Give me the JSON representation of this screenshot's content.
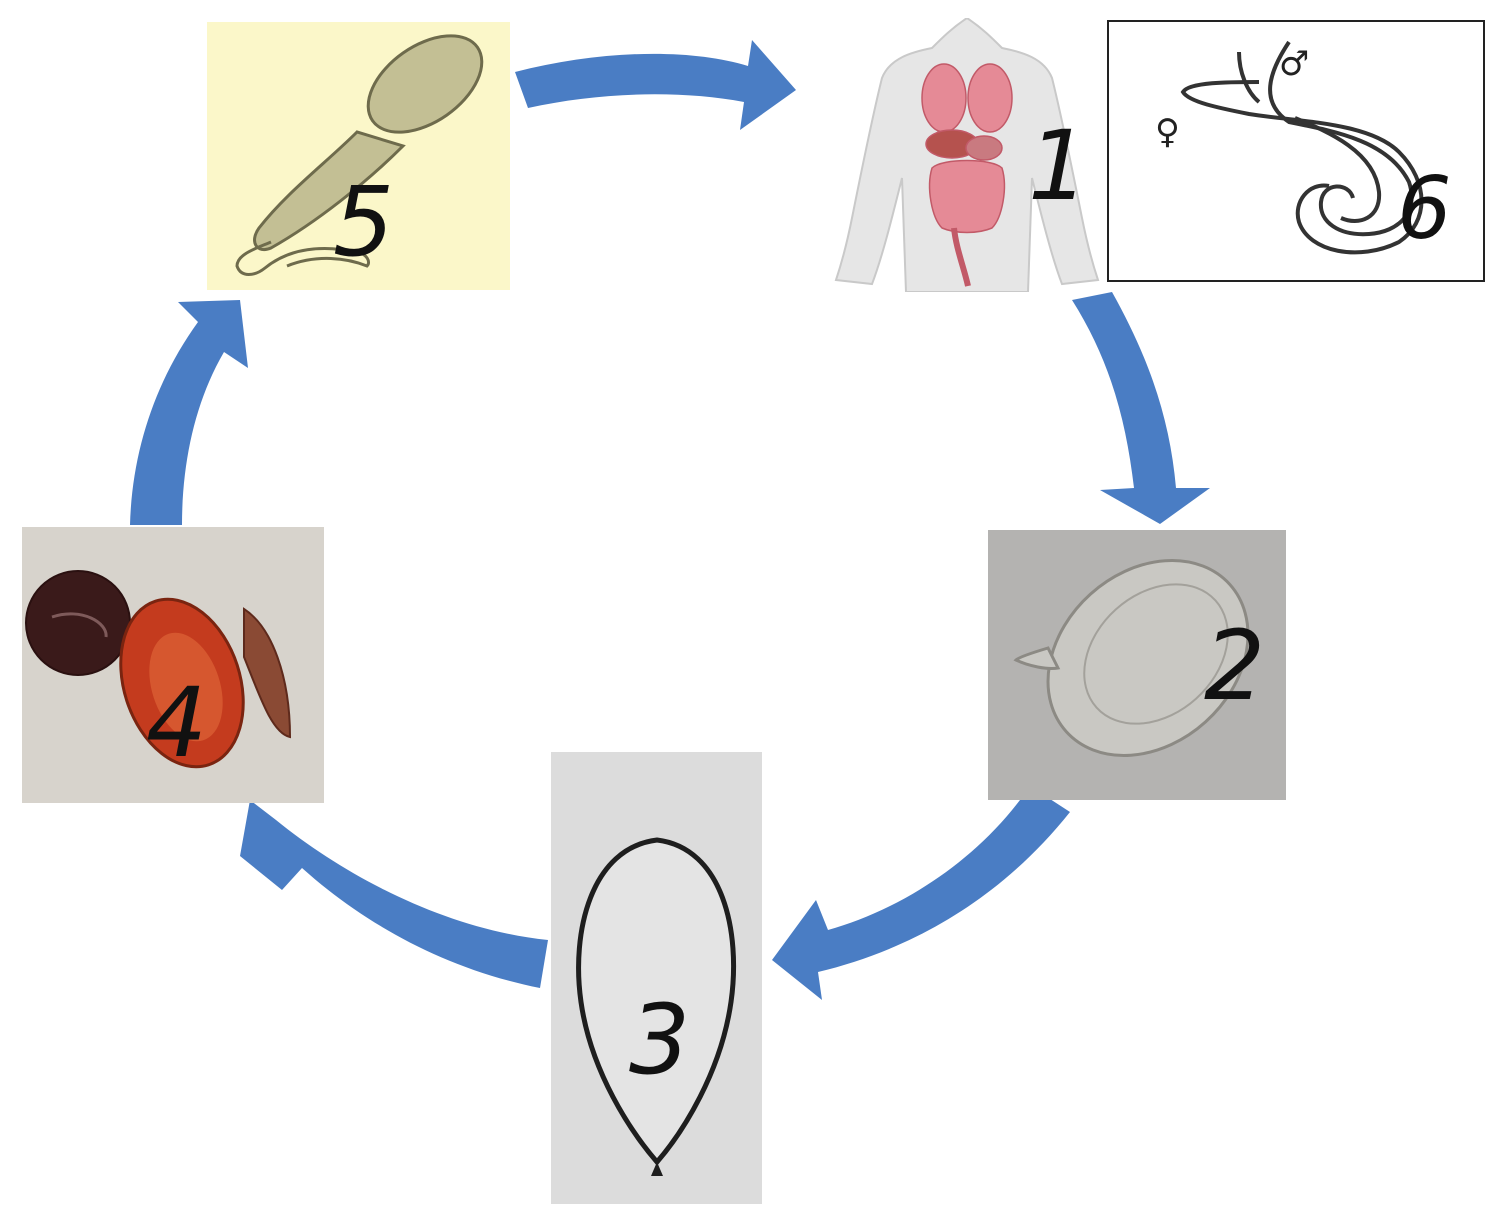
{
  "stages": [
    {
      "id": "1",
      "label": "1",
      "icon": "human-body-icon"
    },
    {
      "id": "2",
      "label": "2",
      "icon": "egg-icon"
    },
    {
      "id": "3",
      "label": "3",
      "icon": "miracidium-icon"
    },
    {
      "id": "4",
      "label": "4",
      "icon": "snail-icon"
    },
    {
      "id": "5",
      "label": "5",
      "icon": "cercaria-icon"
    },
    {
      "id": "6",
      "label": "6",
      "icon": "adult-worm-pair-icon"
    }
  ],
  "cycle_order": [
    "5",
    "1",
    "2",
    "3",
    "4",
    "5"
  ],
  "panel6": {
    "female_symbol": "♀",
    "male_symbol": "♂"
  },
  "colors": {
    "arrow": "#4a7dc4",
    "cercaria_bg": "#fbf7c9",
    "egg_bg": "#b4b3b1",
    "miracidium_bg": "#dcdcdc",
    "organ": "#e58a96"
  }
}
